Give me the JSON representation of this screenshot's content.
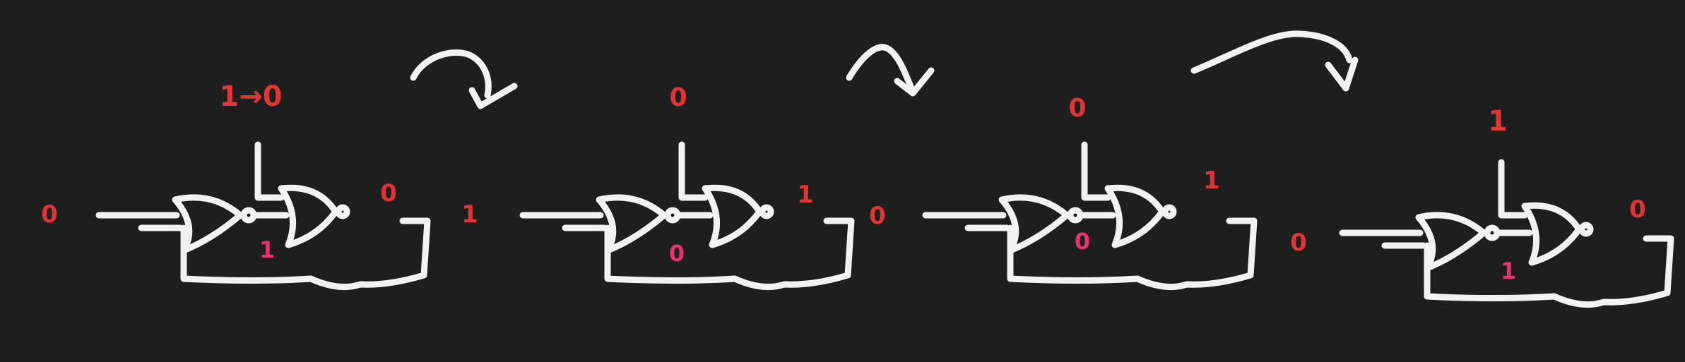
{
  "colors": {
    "background": "#1e1e1e",
    "ink": "#f2f2f2",
    "value_red": "#e03535",
    "state_pink": "#e8336f"
  },
  "circuits": [
    {
      "top": "1→0",
      "left": "0",
      "right": "0",
      "feedback": "1"
    },
    {
      "top": "0",
      "left": "1",
      "right": "1",
      "feedback": "0"
    },
    {
      "top": "0",
      "left": "0",
      "right": "1",
      "feedback": "0"
    },
    {
      "top": "1",
      "left": "0",
      "right": "0",
      "feedback": "1"
    }
  ],
  "transition_arrows": 3
}
